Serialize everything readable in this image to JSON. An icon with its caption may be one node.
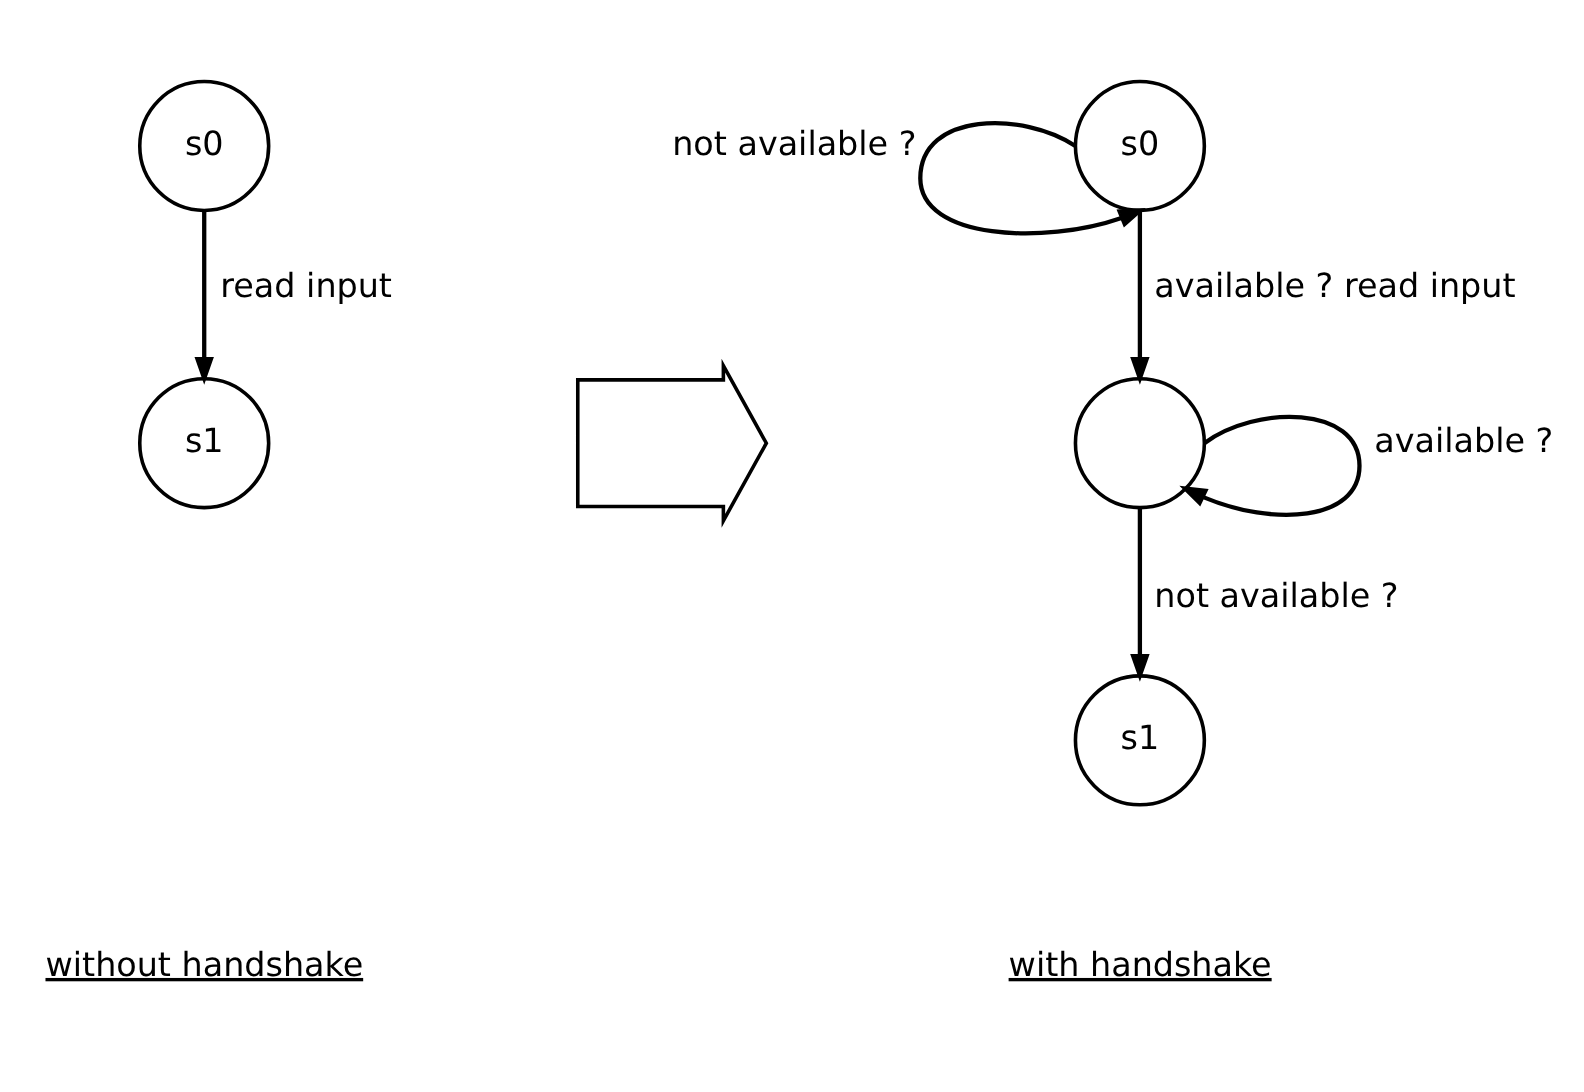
{
  "diagram": {
    "nodes": [
      {
        "text": [
          "s0"
        ]
      },
      {
        "text": [
          "s1"
        ]
      },
      {
        "text": [],
        "shape": "arrow"
      },
      {
        "text": [
          "s0"
        ]
      },
      {
        "text": [],
        "shape": "circle"
      },
      {
        "text": [
          "s1"
        ]
      }
    ],
    "edges": [
      {
        "from": 0,
        "to": 1,
        "arrow": "to",
        "label": "read input"
      },
      {
        "from": 3,
        "to": 3,
        "arrow": "to",
        "label": "not available ?"
      },
      {
        "from": 3,
        "to": 4,
        "arrow": "to",
        "label": "available ? read input"
      },
      {
        "from": 4,
        "to": 4,
        "arrow": "to",
        "label": "available ?"
      },
      {
        "from": 4,
        "to": 5,
        "arrow": "to",
        "label": "not available ?"
      }
    ],
    "labels": [
      "without handshake",
      "with handshake"
    ]
  }
}
